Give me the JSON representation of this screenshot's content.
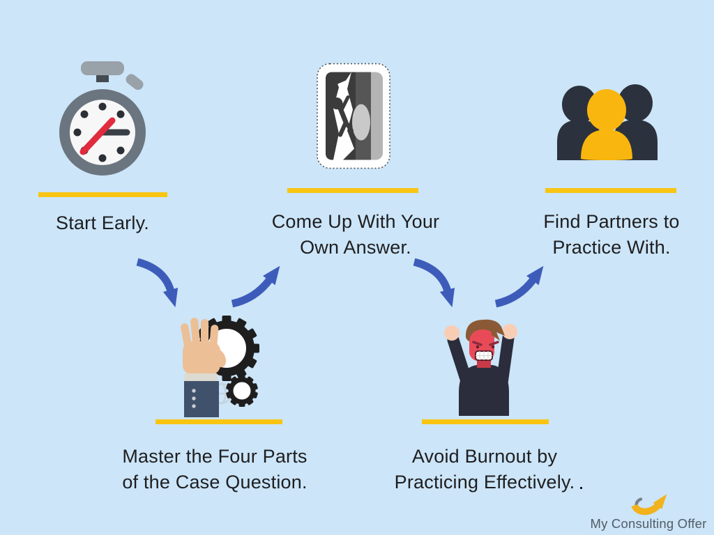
{
  "colors": {
    "background": "#cce5f8",
    "accent_yellow": "#f9c513",
    "arrow_blue": "#3d5cba",
    "text": "#1e1e20",
    "logo_text": "#525c66",
    "logo_yellow": "#f2b21c",
    "logo_gray": "#77828e"
  },
  "steps": [
    {
      "name": "start-early",
      "icon": "stopwatch-icon",
      "lines": [
        "Start Early.",
        ""
      ]
    },
    {
      "name": "master-four-parts",
      "icon": "hand-gears-icon",
      "lines": [
        "Master the Four Parts",
        "of the Case Question."
      ]
    },
    {
      "name": "own-answer",
      "icon": "rock-climber-icon",
      "lines": [
        "Come Up With Your",
        "Own Answer."
      ]
    },
    {
      "name": "avoid-burnout",
      "icon": "stressed-person-icon",
      "lines": [
        "Avoid Burnout by",
        "Practicing Effectively."
      ]
    },
    {
      "name": "find-partners",
      "icon": "team-icon",
      "lines": [
        "Find Partners to",
        "Practice With."
      ]
    }
  ],
  "footer": {
    "brand_name": "My Consulting Offer"
  }
}
